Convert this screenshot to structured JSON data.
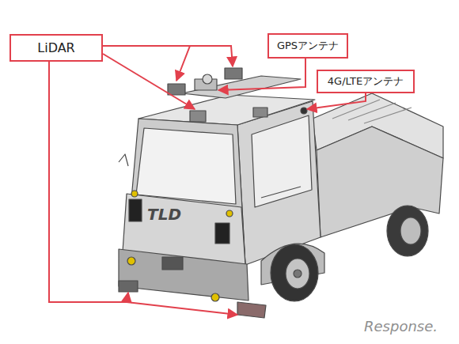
{
  "diagram": {
    "nodes": [
      {
        "text": [
          "LiDAR"
        ]
      },
      {
        "text": [
          "GPSアンテナ"
        ]
      },
      {
        "text": [
          "4G/LTEアンテナ"
        ]
      }
    ],
    "labels": [
      "TLD",
      "Response."
    ]
  }
}
